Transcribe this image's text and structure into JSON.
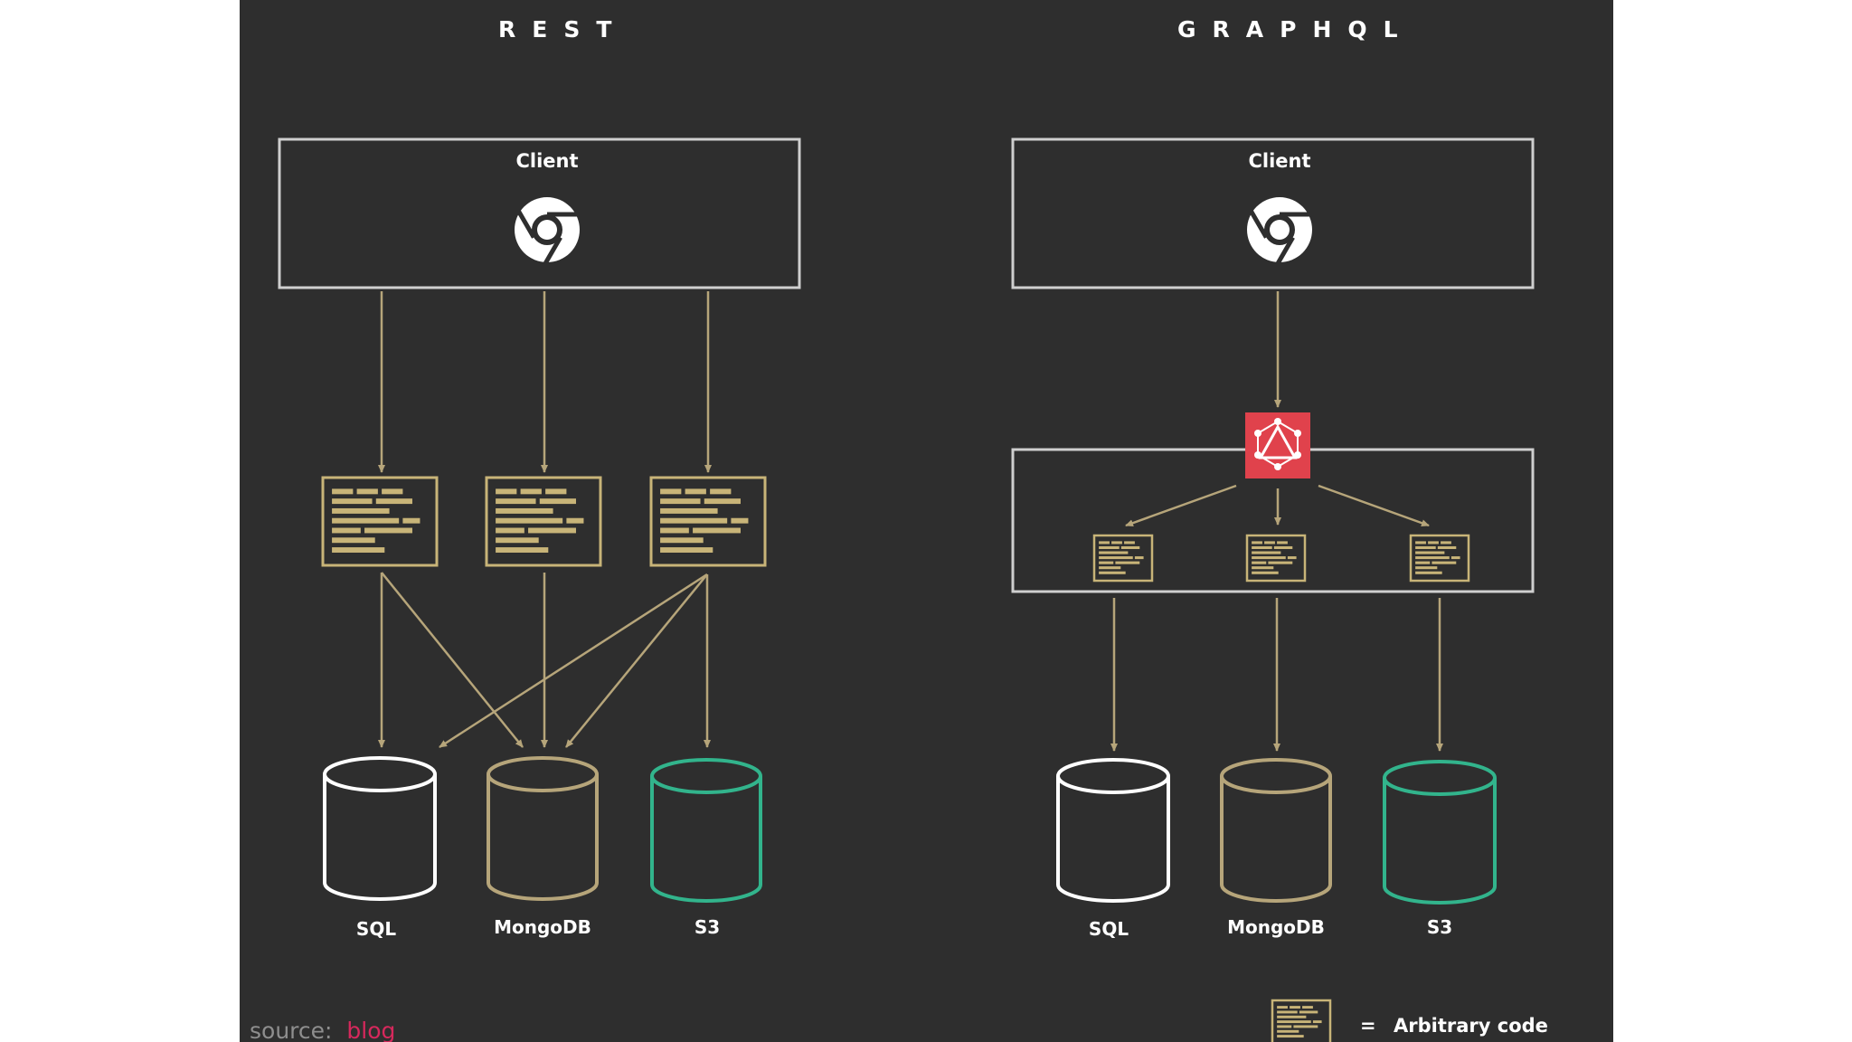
{
  "headings": {
    "rest": "REST",
    "graphql": "GRAPHQL"
  },
  "client_label": "Client",
  "databases": {
    "sql": "SQL",
    "mongodb": "MongoDB",
    "s3": "S3"
  },
  "legend": {
    "equals": "=",
    "text": "Arbitrary code"
  },
  "source": {
    "prefix": "source:",
    "link": "blog"
  },
  "colors": {
    "background": "#2e2e2e",
    "box_stroke": "#cfcfcf",
    "arrow": "#b6a57a",
    "code_block": "#c8b478",
    "sql": "#ffffff",
    "mongodb": "#b6a57a",
    "s3": "#32b48c",
    "graphql_logo_bg": "#e0424c",
    "source_link": "#d6285c"
  },
  "icons": [
    "chrome-icon",
    "graphql-logo-icon",
    "code-block-icon"
  ]
}
